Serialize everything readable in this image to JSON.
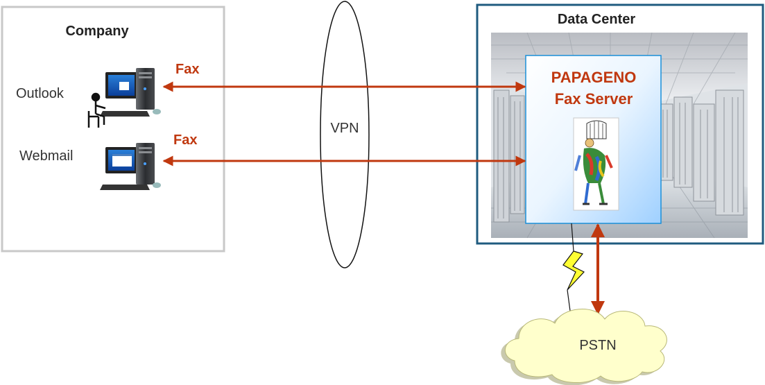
{
  "company": {
    "title": "Company",
    "clients": [
      {
        "name": "Outlook",
        "link_label": "Fax"
      },
      {
        "name": "Webmail",
        "link_label": "Fax"
      }
    ]
  },
  "vpn": {
    "label": "VPN"
  },
  "data_center": {
    "title": "Data Center",
    "server": {
      "line1": "PAPAGENO",
      "line2": "Fax Server"
    }
  },
  "pstn": {
    "label": "PSTN"
  },
  "colors": {
    "arrow": "#c0380f",
    "fax_label": "#c0380f",
    "server_title": "#c0380f",
    "data_center_border": "#1f5b7f",
    "company_border": "#c8c8c8",
    "cloud_fill": "#ffffcc",
    "lightning": "#ffff33"
  }
}
